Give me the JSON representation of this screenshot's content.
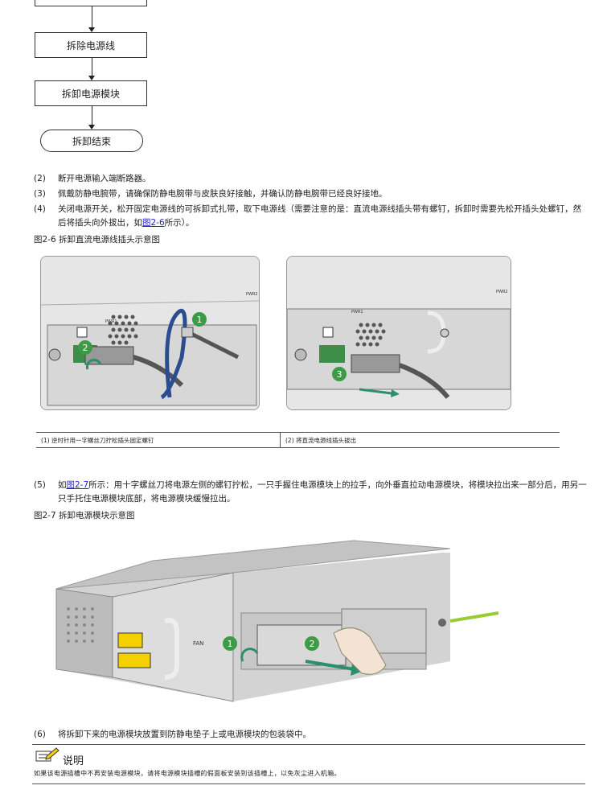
{
  "flowchart": {
    "box_remove_cable": "拆除电源线",
    "box_remove_module": "拆卸电源模块",
    "end_label": "拆卸结束"
  },
  "steps": {
    "s2": {
      "num": "(2)",
      "text": "断开电源输入端断路器。"
    },
    "s3": {
      "num": "(3)",
      "text": "佩戴防静电腕带，请确保防静电腕带与皮肤良好接触，并确认防静电腕带已经良好接地。"
    },
    "s4": {
      "num": "(4)",
      "text_a": "关闭电源开关，松开固定电源线的可拆卸式扎带，取下电源线（需要注意的是：直流电源线插头带有螺钉，拆卸时需要先松开插头处螺钉，然后将插头向外拔出，如",
      "link": "图2-6",
      "text_b": "所示）。"
    },
    "s5": {
      "num": "(5)",
      "text_a": "如",
      "link": "图2-7",
      "text_b": "所示：用十字螺丝刀将电源左侧的螺钉拧松，一只手握住电源模块上的拉手，向外垂直拉动电源模块，将模块拉出来一部分后，用另一只手托住电源模块底部，将电源模块缓慢拉出。"
    },
    "s6": {
      "num": "(6)",
      "text": "将拆卸下来的电源模块放置到防静电垫子上或电源模块的包装袋中。"
    }
  },
  "figure_2_6": {
    "title": "图2-6 拆卸直流电源线插头示意图",
    "captions": [
      "(1) 逆时针用一字螺丝刀拧松插头固定螺钉",
      "(2) 将直流电源线插头拔出"
    ],
    "labels": {
      "pwr1": "PWR1",
      "pwr2": "PWR2",
      "callout1": "1",
      "callout2": "2",
      "callout3": "3"
    }
  },
  "figure_2_7": {
    "title": "图2-7 拆卸电源模块示意图",
    "labels": {
      "fan": "FAN",
      "callout1": "1",
      "callout2": "2"
    }
  },
  "note": {
    "title": "说明",
    "text": "如果该电源插槽中不再安装电源模块，请将电源模块插槽的假面板安装到该插槽上，以免灰尘进入机箱。"
  },
  "colors": {
    "callout_green": "#3c9b46",
    "link_blue": "#2222cc",
    "cable_blue": "#2a4d8f"
  }
}
